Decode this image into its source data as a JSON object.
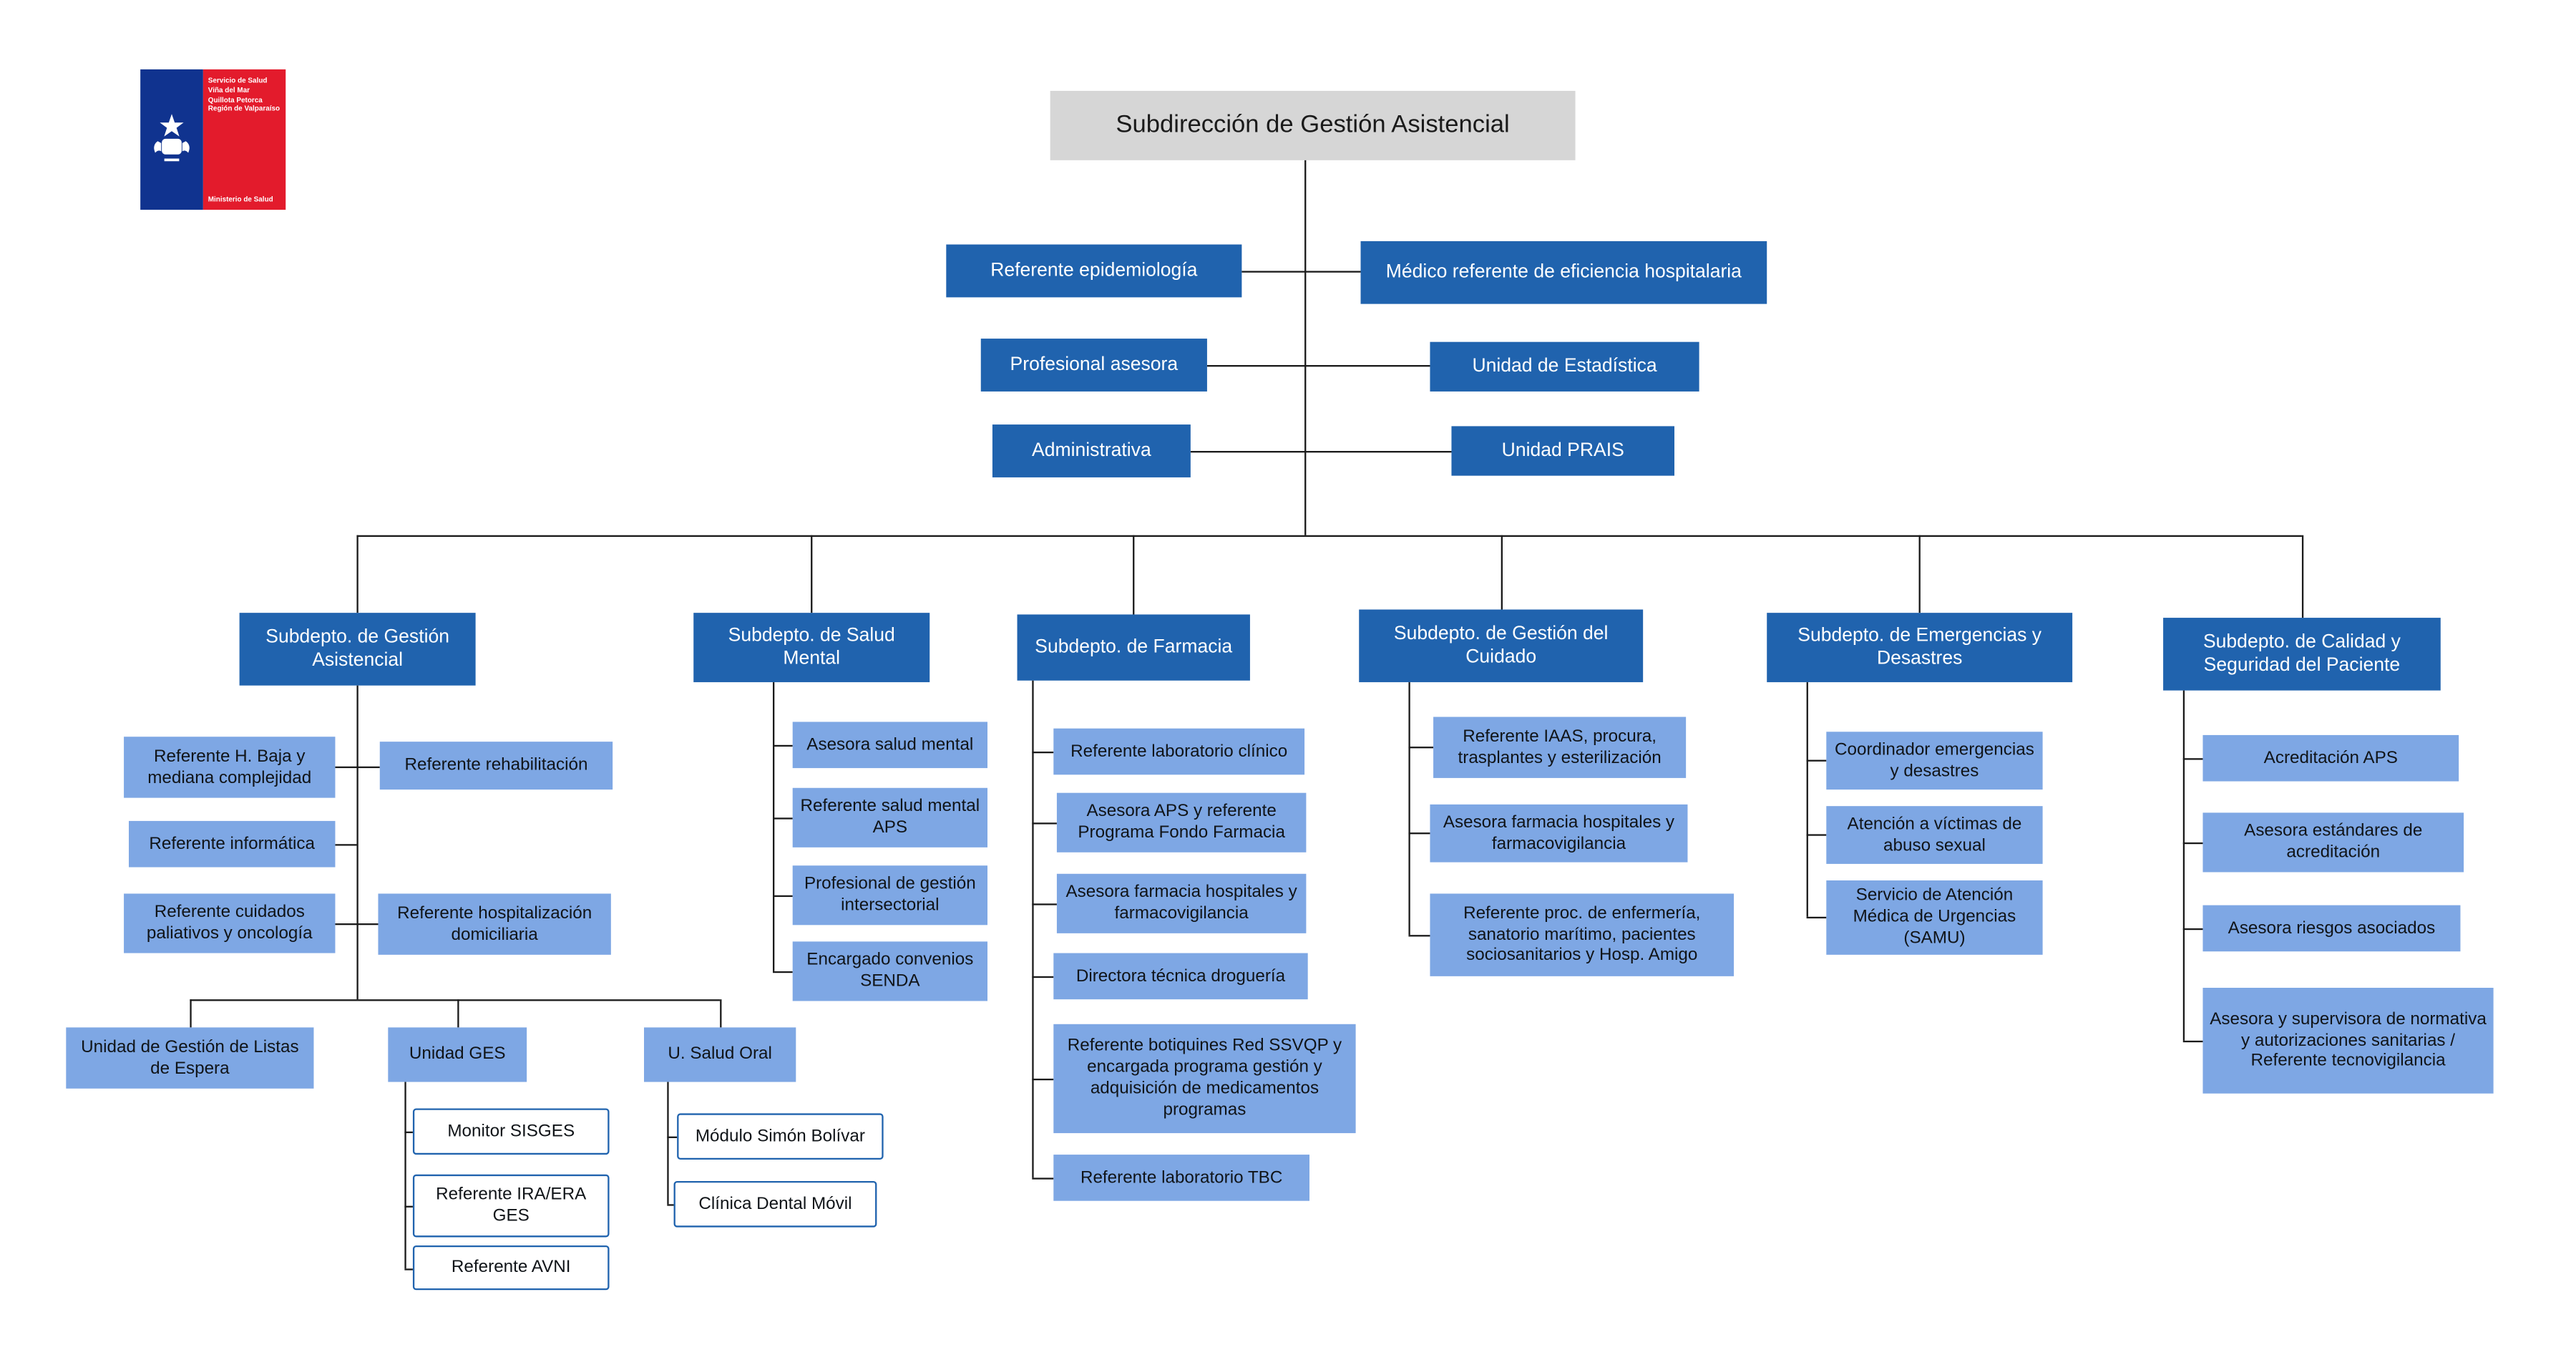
{
  "colors": {
    "dark_blue": "#2063AE",
    "light_blue": "#7EA7E4",
    "header_gray": "#D6D6D6",
    "logo_blue": "#10338F",
    "logo_red": "#E31B2C",
    "line": "#1A1A1A"
  },
  "logo": {
    "lines": [
      "Servicio de Salud",
      "Viña del Mar",
      "Quillota Petorca",
      "Región de Valparaíso"
    ],
    "footer": "Ministerio de Salud"
  },
  "root": {
    "label": "Subdirección de Gestión Asistencial"
  },
  "staff": {
    "left": [
      "Referente epidemiología",
      "Profesional asesora",
      "Administrativa"
    ],
    "right": [
      "Médico referente de eficiencia hospitalaria",
      "Unidad de Estadística",
      "Unidad PRAIS"
    ]
  },
  "departments": [
    {
      "label": "Subdepto. de Gestión Asistencial",
      "children": [
        "Referente H. Baja y mediana complejidad",
        "Referente rehabilitación",
        "Referente informática",
        "Referente cuidados paliativos y oncología",
        "Referente hospitalización domiciliaria",
        "Unidad de Gestión de Listas de Espera",
        "Unidad GES",
        "U. Salud Oral"
      ],
      "ges_children": [
        "Monitor SISGES",
        "Referente IRA/ERA GES",
        "Referente AVNI"
      ],
      "salud_oral_children": [
        "Módulo Simón Bolívar",
        "Clínica Dental Móvil"
      ]
    },
    {
      "label": "Subdepto. de Salud Mental",
      "children": [
        "Asesora salud mental",
        "Referente salud mental APS",
        "Profesional de gestión intersectorial",
        "Encargado convenios SENDA"
      ]
    },
    {
      "label": "Subdepto. de Farmacia",
      "children": [
        "Referente laboratorio clínico",
        "Asesora APS y referente Programa Fondo Farmacia",
        "Asesora farmacia hospitales y farmacovigilancia",
        "Directora técnica droguería",
        "Referente botiquines Red SSVQP y encargada programa gestión y adquisición de medicamentos programas",
        "Referente laboratorio TBC"
      ]
    },
    {
      "label": "Subdepto. de Gestión del Cuidado",
      "children": [
        "Referente IAAS, procura, trasplantes y esterilización",
        "Asesora farmacia hospitales y farmacovigilancia",
        "Referente proc. de enfermería, sanatorio marítimo, pacientes sociosanitarios y Hosp. Amigo"
      ]
    },
    {
      "label": "Subdepto. de Emergencias y Desastres",
      "children": [
        "Coordinador emergencias y desastres",
        "Atención a víctimas de abuso sexual",
        "Servicio de Atención Médica de Urgencias (SAMU)"
      ]
    },
    {
      "label": "Subdepto. de Calidad y Seguridad del Paciente",
      "children": [
        "Acreditación APS",
        "Asesora estándares de acreditación",
        "Asesora riesgos asociados",
        "Asesora y supervisora de normativa y autorizaciones sanitarias / Referente tecnovigilancia"
      ]
    }
  ]
}
